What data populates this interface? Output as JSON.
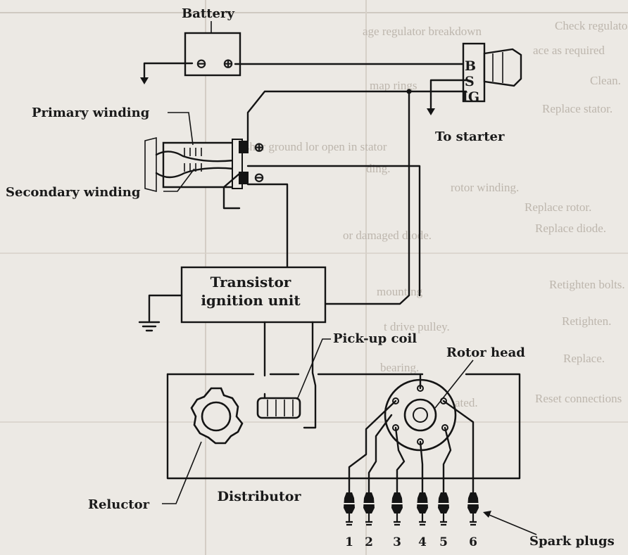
{
  "labels": {
    "battery": "Battery",
    "primary_winding": "Primary winding",
    "secondary_winding": "Secondary winding",
    "to_starter": "To starter",
    "transistor_line1": "Transistor",
    "transistor_line2": "ignition unit",
    "pickup_coil": "Pick-up coil",
    "rotor_head": "Rotor head",
    "reluctor": "Reluctor",
    "distributor": "Distributor",
    "spark_plugs": "Spark plugs"
  },
  "switch_terminals": [
    "B",
    "S",
    "IG"
  ],
  "battery_terminals": [
    "⊖",
    "⊕"
  ],
  "coil_terminals": [
    "⊕",
    "⊖"
  ],
  "plug_numbers": [
    "1",
    "2",
    "3",
    "4",
    "5",
    "6"
  ],
  "background_text": [
    "age regulator breakdown",
    "Check regulator",
    "ace as required",
    "Clean.",
    "Replace stator.",
    "map rings",
    "e shor ground lor open in stator",
    "ding.",
    "Replace rotor.",
    "rotor winding.",
    "or damaged diode.",
    "Replace diode.",
    "mounting",
    "Retighten bolts.",
    "t drive pulley.",
    "Retighten.",
    "bearing.",
    "Replace.",
    "Reset connections",
    "properly seated."
  ],
  "colors": {
    "ink": "#141414",
    "paper": "#ece9e4",
    "faded_text": "#bdb6ad"
  }
}
